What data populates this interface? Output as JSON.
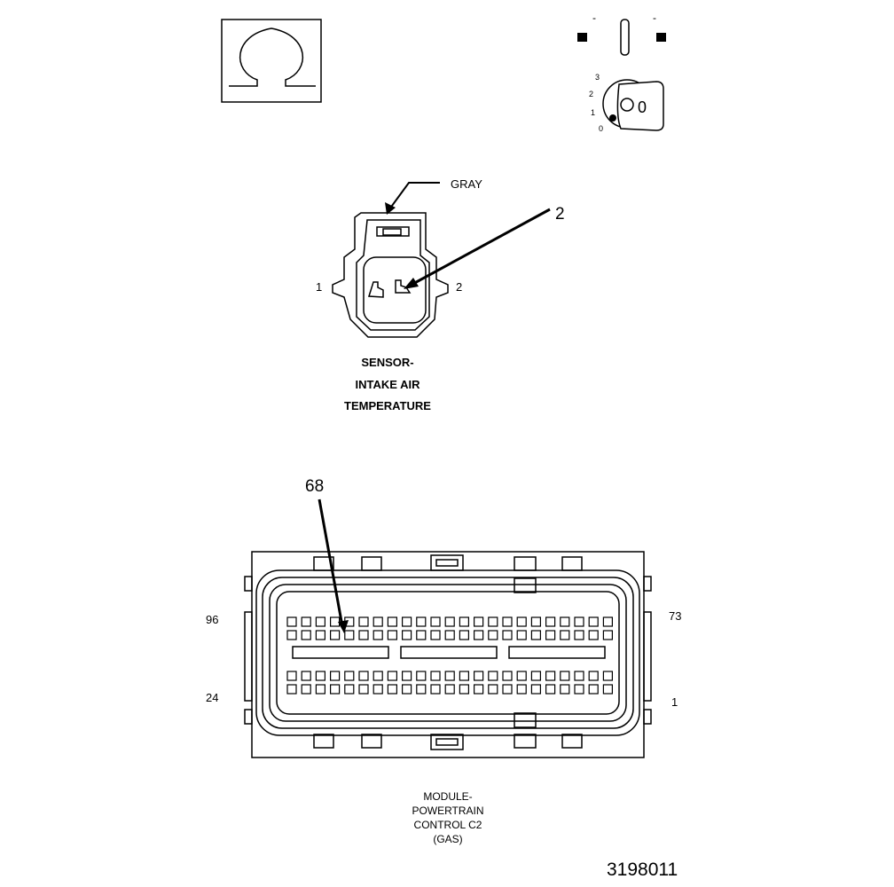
{
  "legend": {
    "symbol_icon": "omega-resistance-icon",
    "ignition_icon": "ignition-key-icon",
    "ignition_positions": [
      "3",
      "2",
      "1",
      "0"
    ],
    "key_label": "0"
  },
  "sensor_connector": {
    "color_label": "GRAY",
    "callout": "2",
    "pin_left": "1",
    "pin_right": "2",
    "name_lines": [
      "SENSOR-",
      "INTAKE AIR",
      "TEMPERATURE"
    ]
  },
  "pcm_connector": {
    "callout": "68",
    "pin_top_left": "96",
    "pin_top_right": "73",
    "pin_bottom_left": "24",
    "pin_bottom_right": "1",
    "name_lines": [
      "MODULE-",
      "POWERTRAIN",
      "CONTROL C2",
      "(GAS)"
    ]
  },
  "figure_number": "3198011"
}
